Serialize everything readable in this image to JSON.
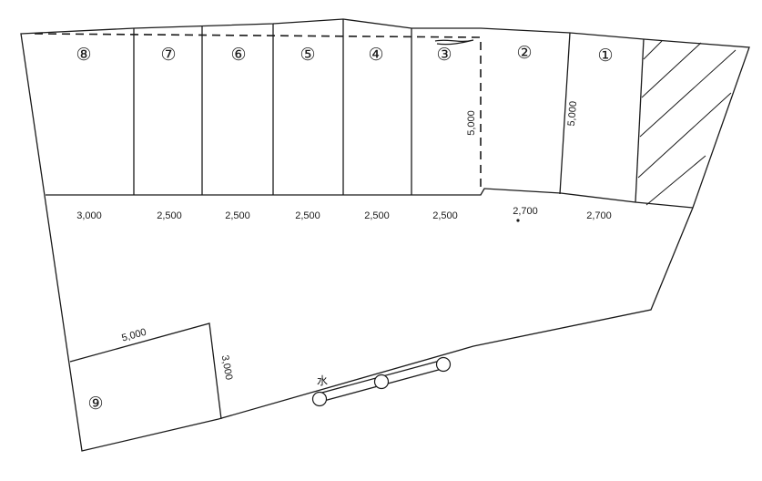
{
  "lots": [
    {
      "id": "lot-8",
      "label": "⑧"
    },
    {
      "id": "lot-7",
      "label": "⑦"
    },
    {
      "id": "lot-6",
      "label": "⑥"
    },
    {
      "id": "lot-5",
      "label": "⑤"
    },
    {
      "id": "lot-4",
      "label": "④"
    },
    {
      "id": "lot-3",
      "label": "③"
    },
    {
      "id": "lot-2",
      "label": "②"
    },
    {
      "id": "lot-1",
      "label": "①"
    },
    {
      "id": "lot-9",
      "label": "⑨"
    }
  ],
  "widths": [
    "3,000",
    "2,500",
    "2,500",
    "2,500",
    "2,500",
    "2,500",
    "2,700",
    "2,700"
  ],
  "depths": [
    "5,000",
    "5,000"
  ],
  "lot9_dims": {
    "width": "5,000",
    "depth": "3,000"
  },
  "water_label": "水"
}
